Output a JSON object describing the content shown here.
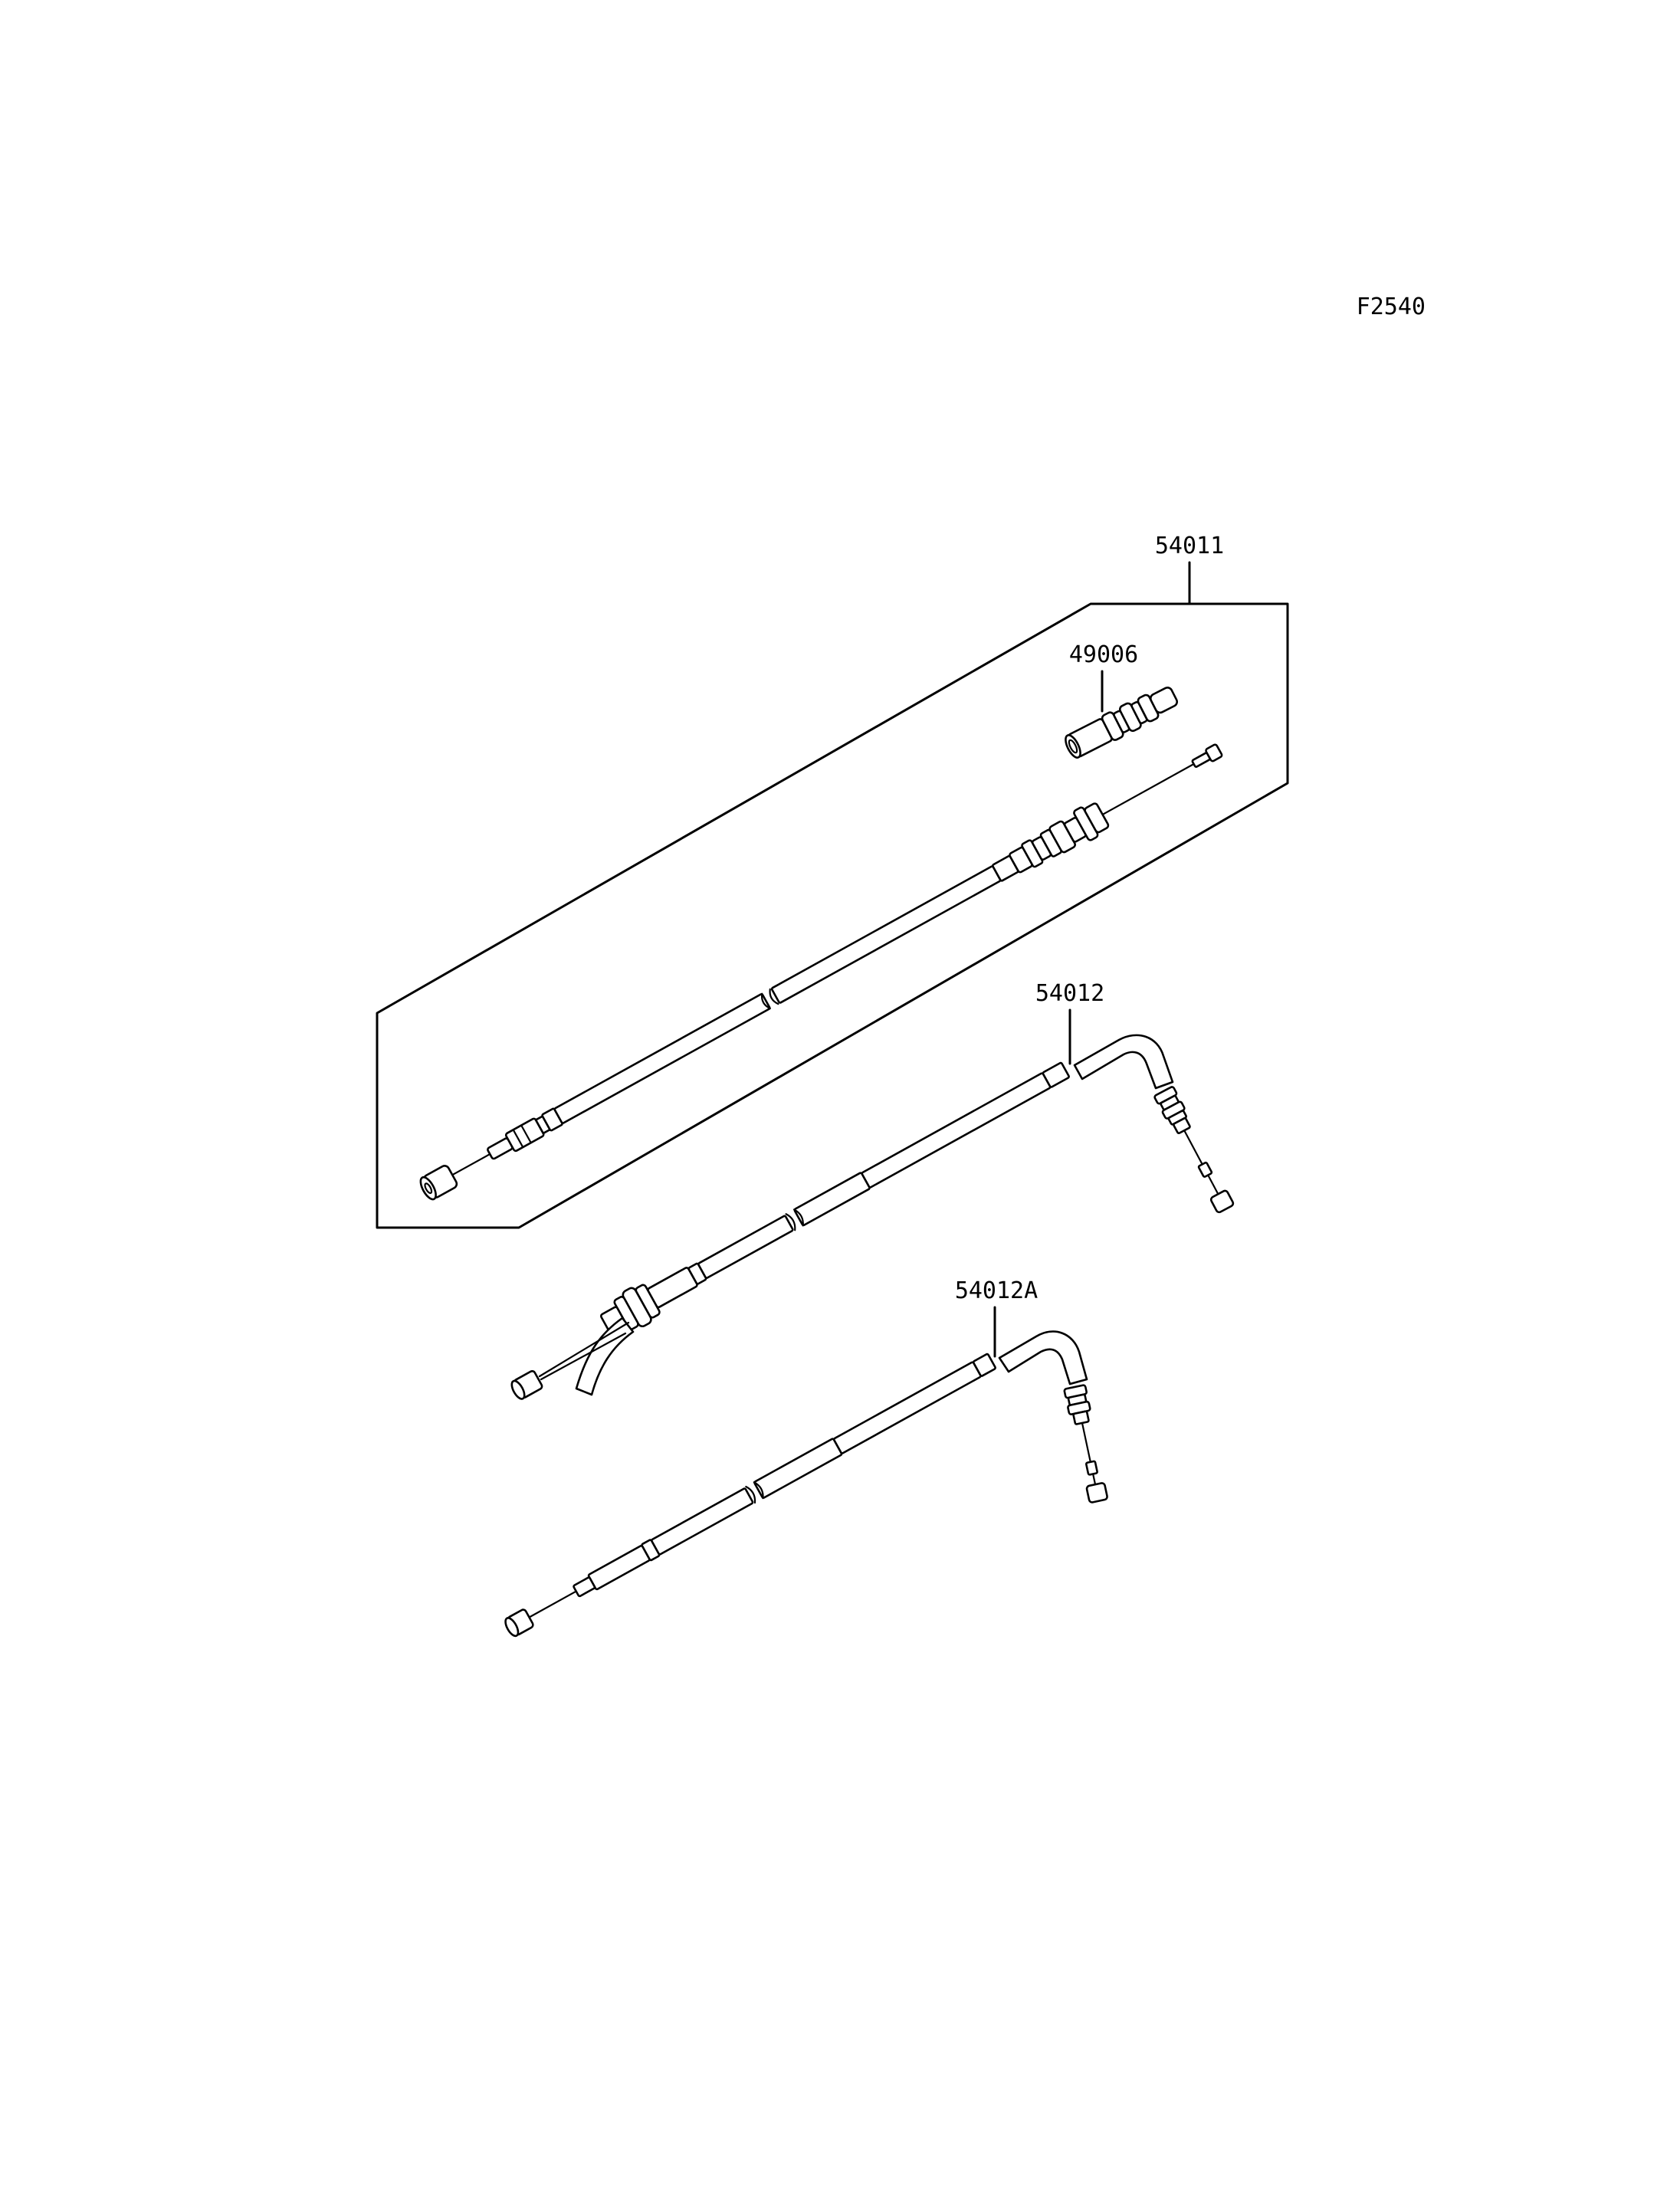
{
  "diagram": {
    "figure_code": "F2540",
    "parts": [
      {
        "number": "54011"
      },
      {
        "number": "49006"
      },
      {
        "number": "54012"
      },
      {
        "number": "54012A"
      }
    ]
  }
}
